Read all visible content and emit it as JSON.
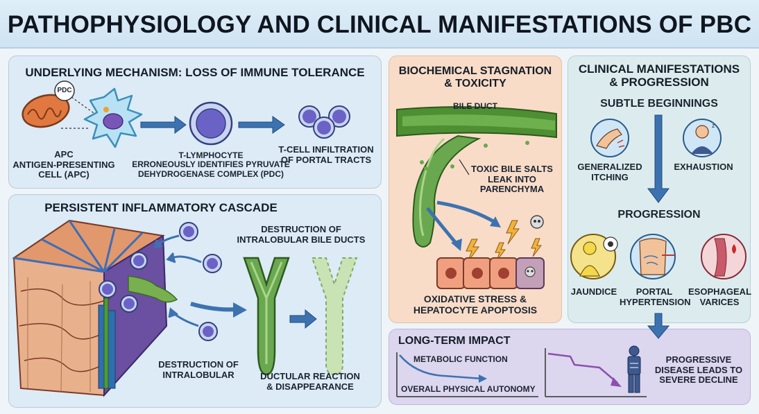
{
  "title": "PATHOPHYSIOLOGY AND CLINICAL MANIFESTATIONS OF PBC",
  "mechanism": {
    "title": "UNDERLYING MECHANISM: LOSS OF IMMUNE TOLERANCE",
    "pdc_tag": "PDC",
    "apc_label": "APC\nANTIGEN-PRESENTING\nCELL (APC)",
    "tcell_label": "T-LYMPHOCYTE\nERRONEOUSLY IDENTIFIES PYRUVATE\nDEHYDROGENASE COMPLEX (PDC)",
    "infiltration_label": "T-CELL INFILTRATION\nOF PORTAL TRACTS"
  },
  "cascade": {
    "title": "PERSISTENT INFLAMMATORY CASCADE",
    "destruction_top": "DESTRUCTION OF\nINTRALOBULAR BILE DUCTS",
    "destruction_bottom": "DESTRUCTION OF\nINTRALOBULAR",
    "ductular_reaction": "DUCTULAR REACTION\n& DISAPPEARANCE"
  },
  "biochem": {
    "title": "BIOCHEMICAL STAGNATION\n& TOXICITY",
    "bile_duct": "BILE DUCT",
    "toxic_salts": "TOXIC BILE SALTS\nLEAK INTO\nPARENCHYMA",
    "oxidative": "OXIDATIVE STRESS &\nHEPATOCYTE APOPTOSIS"
  },
  "clinical": {
    "title": "CLINICAL MANIFESTATIONS\n& PROGRESSION",
    "subtle": "SUBTLE BEGINNINGS",
    "itching": "GENERALIZED\nITCHING",
    "exhaustion": "EXHAUSTION",
    "progression": "PROGRESSION",
    "jaundice": "JAUNDICE",
    "portal": "PORTAL\nHYPERTENSION",
    "varices": "ESOPHAGEAL\nVARICES"
  },
  "longterm": {
    "title": "LONG-TERM IMPACT",
    "metabolic": "METABOLIC FUNCTION",
    "autonomy": "OVERALL PHYSICAL AUTONOMY",
    "decline": "PROGRESSIVE\nDISEASE LEADS TO\nSEVERE DECLINE"
  },
  "colors": {
    "panel_blue": "#dcebf6",
    "panel_peach": "#f8dcc8",
    "panel_teal": "#dcecee",
    "panel_lavender": "#dcd6ee",
    "arrow_blue": "#3d72b0",
    "bile_green": "#6aa84f",
    "lymphocyte": "#6b62c6",
    "decline_line": "#8b4fb0"
  }
}
